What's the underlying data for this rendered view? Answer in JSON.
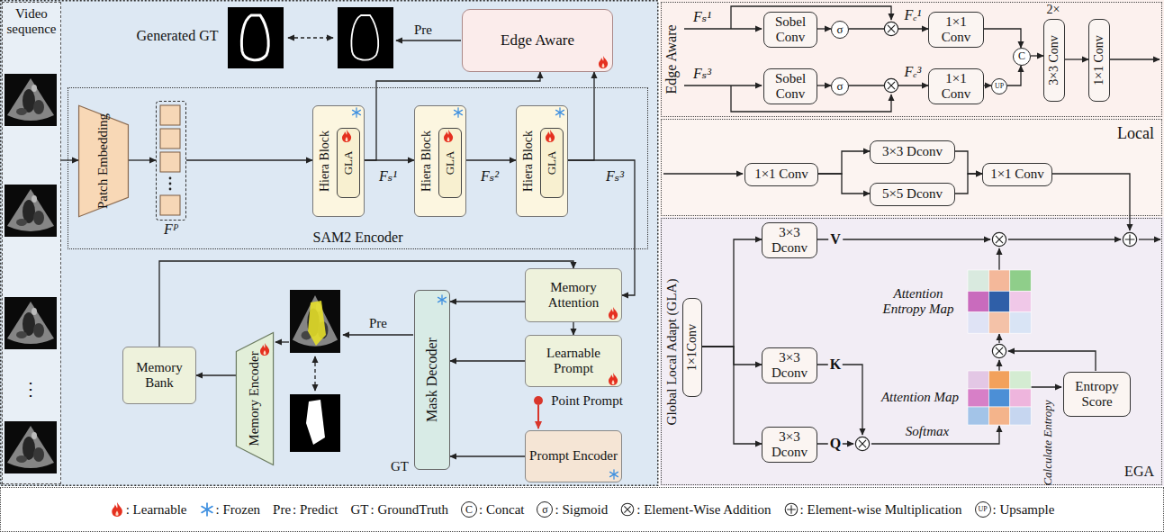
{
  "diagram": {
    "nodes": [
      {
        "text": [
          "Video sequence"
        ]
      },
      {
        "text": [
          "Edge Aware"
        ]
      },
      {
        "text": [
          "SAM2 Encoder"
        ]
      },
      {
        "text": [
          "Patch Embedding"
        ],
        "in": 2
      },
      {
        "text": [
          "Fᴾ"
        ],
        "in": 2
      },
      {
        "text": [
          "Hiera Block"
        ],
        "in": 2
      },
      {
        "text": [
          "GLA"
        ],
        "in": 5
      },
      {
        "text": [
          "Hiera Block"
        ],
        "in": 2
      },
      {
        "text": [
          "GLA"
        ],
        "in": 7
      },
      {
        "text": [
          "Hiera Block"
        ],
        "in": 2
      },
      {
        "text": [
          "GLA"
        ],
        "in": 9
      },
      {
        "text": [
          "Memory Attention"
        ]
      },
      {
        "text": [
          "Learnable Prompt"
        ]
      },
      {
        "text": [
          "Mask Decoder"
        ]
      },
      {
        "text": [
          "Prompt Encoder"
        ]
      },
      {
        "text": [
          "Memory Encoder"
        ]
      },
      {
        "text": [
          "Memory Bank"
        ]
      },
      {
        "text": [
          "Edge Aware"
        ]
      },
      {
        "text": [
          "Sobel Conv"
        ],
        "in": 17
      },
      {
        "text": [
          "σ"
        ],
        "in": 17
      },
      {
        "text": [
          "1×1 Conv"
        ],
        "in": 17
      },
      {
        "text": [
          "Sobel Conv"
        ],
        "in": 17
      },
      {
        "text": [
          "σ"
        ],
        "in": 17
      },
      {
        "text": [
          "1×1 Conv"
        ],
        "in": 17
      },
      {
        "text": [
          "UP"
        ],
        "in": 17
      },
      {
        "text": [
          "C"
        ],
        "in": 17
      },
      {
        "text": [
          "3×3 Conv"
        ],
        "in": 17
      },
      {
        "text": [
          "1×1 Conv"
        ],
        "in": 17
      },
      {
        "text": [
          "Local"
        ]
      },
      {
        "text": [
          "1×1 Conv"
        ],
        "in": 28
      },
      {
        "text": [
          "3×3 Dconv"
        ],
        "in": 28
      },
      {
        "text": [
          "5×5 Dconv"
        ],
        "in": 28
      },
      {
        "text": [
          "1×1 Conv"
        ],
        "in": 28
      },
      {
        "text": [
          "Global Local Adapt (GLA)",
          "EGA"
        ]
      },
      {
        "text": [
          "1×1Conv"
        ],
        "in": 33
      },
      {
        "text": [
          "3×3 Dconv"
        ],
        "in": 33
      },
      {
        "text": [
          "3×3 Dconv"
        ],
        "in": 33
      },
      {
        "text": [
          "3×3 Dconv"
        ],
        "in": 33
      },
      {
        "text": [
          "Entropy Score"
        ],
        "in": 33
      }
    ],
    "edges": [
      {
        "from": 0,
        "to": 3,
        "arrow": "to"
      },
      {
        "from": 3,
        "to": 4,
        "arrow": "to"
      },
      {
        "from": 4,
        "to": 5,
        "arrow": "to"
      },
      {
        "from": 5,
        "to": 7,
        "arrow": "to",
        "label": "Fₛ¹"
      },
      {
        "from": 7,
        "to": 9,
        "arrow": "to",
        "label": "Fₛ²"
      },
      {
        "from": 5,
        "to": 1,
        "arrow": "to"
      },
      {
        "from": 9,
        "to": 1,
        "arrow": "to"
      },
      {
        "from": 9,
        "to": 11,
        "arrow": "to",
        "label": "Fₛ³"
      },
      {
        "from": 16,
        "to": 11,
        "arrow": "to"
      },
      {
        "from": 11,
        "to": 13,
        "arrow": "to"
      },
      {
        "from": 11,
        "to": 12,
        "arrow": "to"
      },
      {
        "from": 12,
        "to": 13,
        "arrow": "to"
      },
      {
        "from": 14,
        "to": 13,
        "arrow": "to"
      },
      {
        "from": 15,
        "to": 16,
        "arrow": "to"
      },
      {
        "from": 18,
        "to": 19,
        "arrow": "to"
      },
      {
        "from": 19,
        "to": 20,
        "arrow": "to"
      },
      {
        "from": 21,
        "to": 22,
        "arrow": "to"
      },
      {
        "from": 22,
        "to": 23,
        "arrow": "to"
      },
      {
        "from": 20,
        "to": 25,
        "arrow": "to"
      },
      {
        "from": 23,
        "to": 24,
        "arrow": "to"
      },
      {
        "from": 24,
        "to": 25,
        "arrow": "to"
      },
      {
        "from": 25,
        "to": 26,
        "arrow": "to"
      },
      {
        "from": 26,
        "to": 27,
        "arrow": "to"
      },
      {
        "from": 29,
        "to": 30,
        "arrow": "to"
      },
      {
        "from": 29,
        "to": 31,
        "arrow": "to"
      },
      {
        "from": 30,
        "to": 32,
        "arrow": "to"
      },
      {
        "from": 31,
        "to": 32,
        "arrow": "to"
      },
      {
        "from": 34,
        "to": 35,
        "arrow": "to"
      },
      {
        "from": 34,
        "to": 36,
        "arrow": "to"
      },
      {
        "from": 34,
        "to": 37,
        "arrow": "to"
      }
    ],
    "labels": [
      "Generated GT",
      "Pre",
      "⋮",
      "Pre",
      "GT",
      "Point Prompt",
      "Fₛ¹",
      "Fₛ³",
      "Fₑ¹",
      "Fₑ³",
      "2×",
      "V",
      "K",
      "Q",
      "Attention Entropy Map",
      "Attention Map",
      "Softmax",
      "Calculate Entropy",
      "Pre",
      "GT",
      "C",
      "σ",
      "UP"
    ],
    "legend": [
      {
        "text": ": Learnable"
      },
      {
        "text": ": Frozen"
      },
      {
        "text": ": Predict"
      },
      {
        "text": ": GroundTruth"
      },
      {
        "text": ": Concat"
      },
      {
        "text": ": Sigmoid"
      },
      {
        "text": ": Element-Wise Addition"
      },
      {
        "text": ": Element-wise Multiplication"
      },
      {
        "text": ": Upsample"
      }
    ]
  }
}
